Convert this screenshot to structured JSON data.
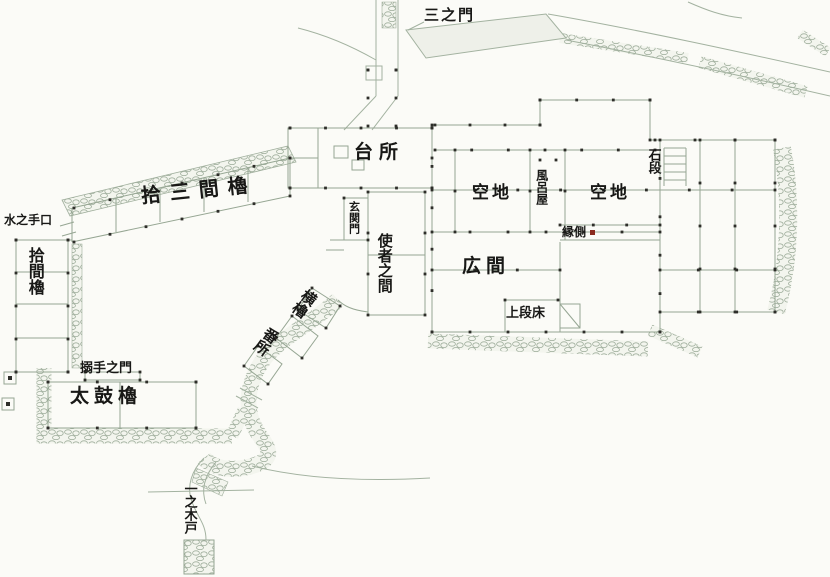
{
  "plan": {
    "labels": {
      "sannomon": "三之門",
      "daidokoro": "台所",
      "ishidan": "石段",
      "kuchi_left": "空地",
      "furoya": "風呂屋",
      "kuchi_right": "空地",
      "jusangen_yagura": "拾三間櫓",
      "mizunoteguchi": "水之手口",
      "genkanmon": "玄関門",
      "shisha_no_ma": "使者之間",
      "hiroma": "広間",
      "engawa": "縁側",
      "jukken_yagura": "拾間櫓",
      "yoko_yagura": "横櫓",
      "bansho": "番所",
      "jodan": "上段床",
      "karamete_no_mon": "搦手之門",
      "taiko_yagura": "太鼓櫓",
      "ichi_no_kido": "一之木戸"
    },
    "colors": {
      "line": "#96a693",
      "ink": "#181816",
      "red_marker": "#8b2a1e",
      "paper": "#fbfbf7"
    }
  }
}
